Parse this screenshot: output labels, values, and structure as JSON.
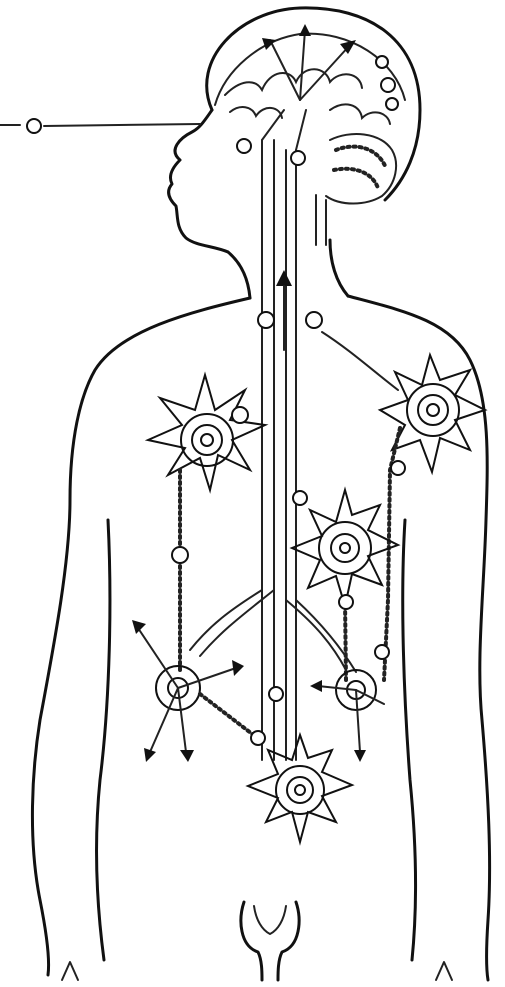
{
  "figure": {
    "caption": "",
    "node_marker": "·"
  },
  "colors": {
    "ink": "#111111",
    "paper": "#ffffff"
  },
  "structures": [
    "head-with-brain",
    "eye-line",
    "central-nerve-channels",
    "gland-left-chest",
    "gland-right-shoulder",
    "gland-center",
    "gland-solar-plexus",
    "gland-left-abdomen",
    "gland-right-abdomen",
    "pelvic-organ"
  ]
}
